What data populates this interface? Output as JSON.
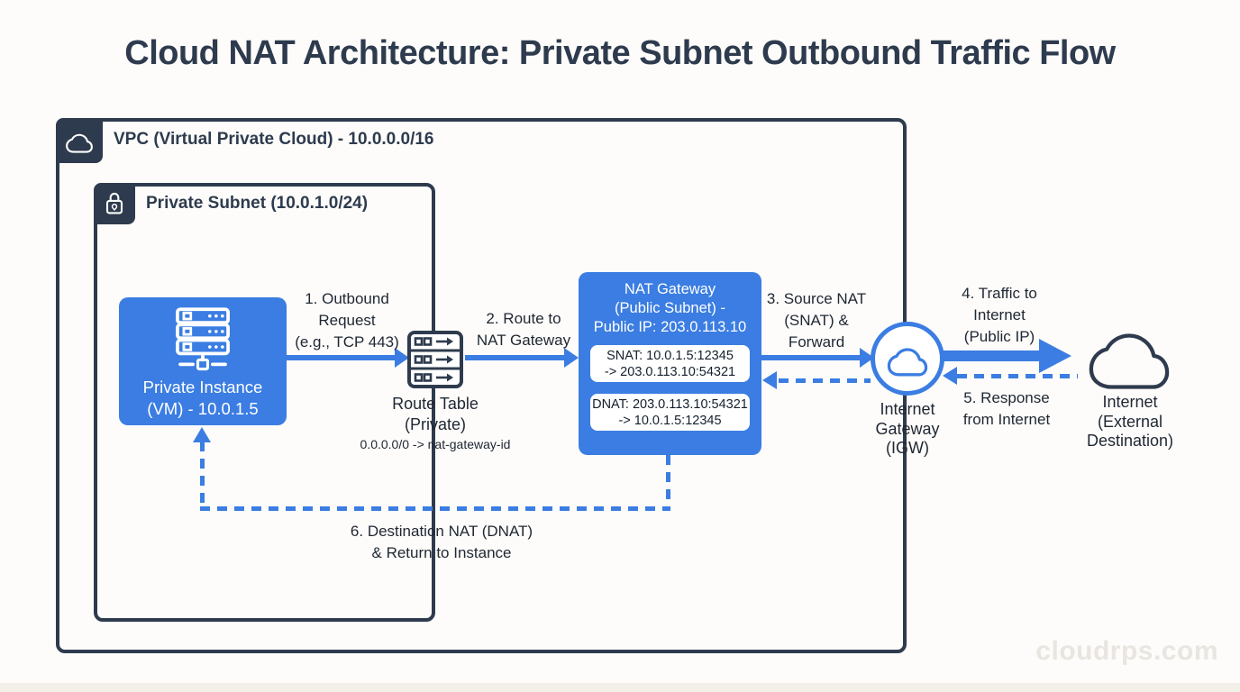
{
  "title": "Cloud NAT Architecture: Private Subnet Outbound Traffic Flow",
  "watermark": "cloudrps.com",
  "vpc": {
    "label": "VPC (Virtual Private Cloud) - 10.0.0.0/16"
  },
  "subnet": {
    "label": "Private Subnet (10.0.1.0/24)"
  },
  "instance": {
    "label": "Private Instance\n(VM) - 10.0.1.5"
  },
  "route_table": {
    "label": "Route Table\n(Private)",
    "rule": "0.0.0.0/0 -> nat-gateway-id"
  },
  "nat_gateway": {
    "title": "NAT Gateway\n(Public Subnet) -\nPublic IP: 203.0.113.10",
    "snat": "SNAT: 10.0.1.5:12345\n-> 203.0.113.10:54321",
    "dnat": "DNAT: 203.0.113.10:54321\n-> 10.0.1.5:12345"
  },
  "internet_gateway": {
    "label": "Internet\nGateway\n(IGW)"
  },
  "internet": {
    "label": "Internet\n(External\nDestination)"
  },
  "steps": {
    "step1": "1. Outbound\nRequest\n(e.g., TCP 443)",
    "step2": "2. Route to\nNAT Gateway",
    "step3": "3. Source NAT\n(SNAT) &\nForward",
    "step4": "4. Traffic to\nInternet\n(Public IP)",
    "step5": "5. Response\nfrom Internet",
    "step6": "6. Destination NAT (DNAT)\n& Return to Instance"
  },
  "colors": {
    "blue": "#3b7de2",
    "navy": "#2e3b4e",
    "background": "#fdfcfa"
  }
}
